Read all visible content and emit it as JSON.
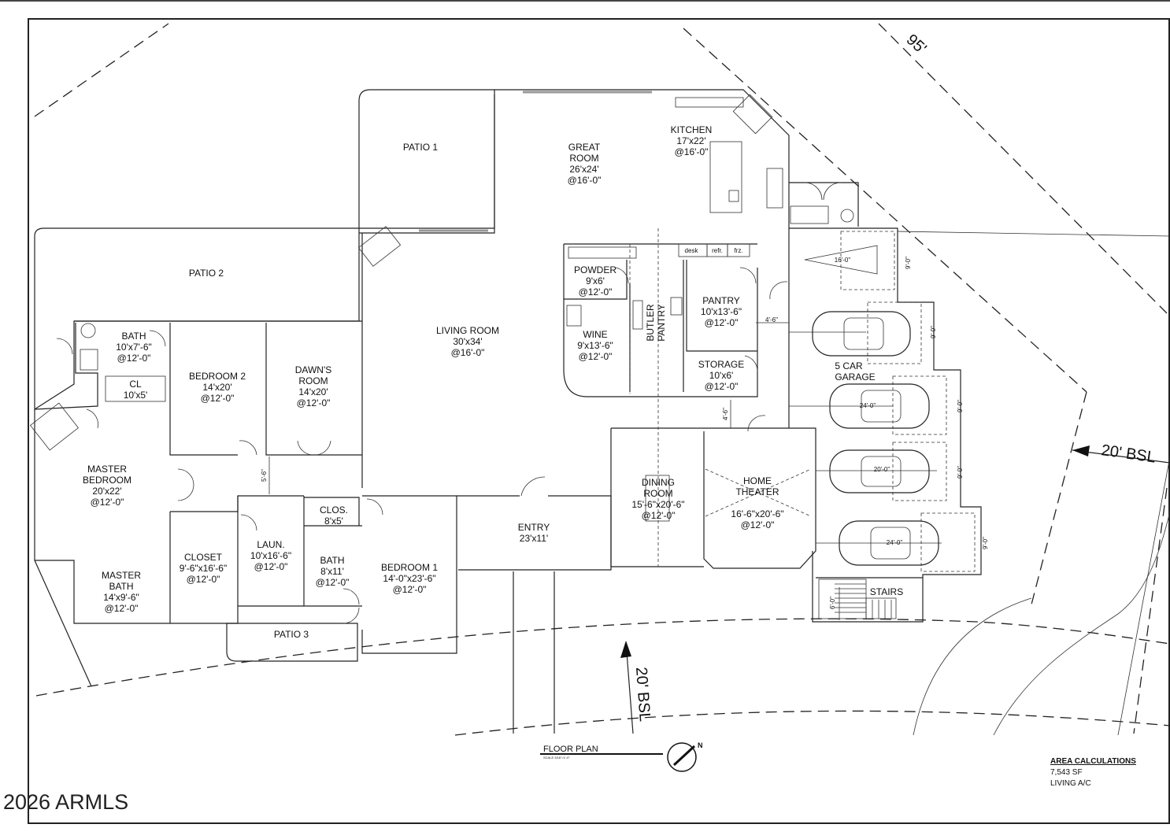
{
  "watermark": "2026 ARMLS",
  "rooms": {
    "patio1": {
      "name": "PATIO 1"
    },
    "patio2": {
      "name": "PATIO 2"
    },
    "patio3": {
      "name": "PATIO 3"
    },
    "great_room": {
      "l1": "GREAT",
      "l2": "ROOM",
      "size": "26'x24'",
      "ceiling": "@16'-0\""
    },
    "kitchen": {
      "name": "KITCHEN",
      "size": "17'x22'",
      "ceiling": "@16'-0\""
    },
    "living_room": {
      "name": "LIVING ROOM",
      "size": "30'x34'",
      "ceiling": "@16'-0\""
    },
    "powder": {
      "name": "POWDER",
      "size": "9'x6'",
      "ceiling": "@12'-0\""
    },
    "wine": {
      "name": "WINE",
      "size": "9'x13'-6\"",
      "ceiling": "@12'-0\""
    },
    "butler": {
      "l1": "BUTLER",
      "l2": "PANTRY"
    },
    "pantry": {
      "name": "PANTRY",
      "size": "10'x13'-6\"",
      "ceiling": "@12'-0\""
    },
    "storage": {
      "name": "STORAGE",
      "size": "10'x6'",
      "ceiling": "@12'-0\""
    },
    "garage": {
      "l1": "5 CAR",
      "l2": "GARAGE"
    },
    "bath_a": {
      "name": "BATH",
      "size": "10'x7'-6\"",
      "ceiling": "@12'-0\""
    },
    "cl": {
      "name": "CL",
      "size": "10'x5'"
    },
    "bedroom2": {
      "name": "BEDROOM 2",
      "size": "14'x20'",
      "ceiling": "@12'-0\""
    },
    "dawns": {
      "l1": "DAWN'S",
      "l2": "ROOM",
      "size": "14'x20'",
      "ceiling": "@12'-0\""
    },
    "master_bed": {
      "l1": "MASTER",
      "l2": "BEDROOM",
      "size": "20'x22'",
      "ceiling": "@12'-0\""
    },
    "master_bath": {
      "l1": "MASTER",
      "l2": "BATH",
      "size": "14'x9'-6\"",
      "ceiling": "@12'-0\""
    },
    "closet": {
      "name": "CLOSET",
      "size": "9'-6\"x16'-6\"",
      "ceiling": "@12'-0\""
    },
    "laun": {
      "name": "LAUN.",
      "size": "10'x16'-6\"",
      "ceiling": "@12'-0\""
    },
    "clos": {
      "name": "CLOS.",
      "size": "8'x5'"
    },
    "bath_b": {
      "name": "BATH",
      "size": "8'x11'",
      "ceiling": "@12'-0\""
    },
    "bedroom1": {
      "name": "BEDROOM 1",
      "size": "14'-0\"x23'-6\"",
      "ceiling": "@12'-0\""
    },
    "entry": {
      "name": "ENTRY",
      "size": "23'x11'"
    },
    "dining": {
      "l1": "DINING",
      "l2": "ROOM",
      "size": "15'-6\"x20'-6\"",
      "ceiling": "@12'-0\""
    },
    "theater": {
      "l1": "HOME",
      "l2": "THEATER",
      "size": "16'-6\"x20'-6\"",
      "ceiling": "@12'-0\""
    },
    "stairs": {
      "name": "STAIRS"
    }
  },
  "appliances": {
    "desk": "desk",
    "refr": "refr.",
    "frz": "frz."
  },
  "dimensions": {
    "d16": "16'-0\"",
    "d24a": "24'-0\"",
    "d20": "20'-0\"",
    "d24b": "24'-0\"",
    "d9a": "9'-0\"",
    "d9b": "9'-0\"",
    "d9c": "9'-0\"",
    "d9d": "9'-0\"",
    "d9e": "9'-0\"",
    "d46a": "4'-6\"",
    "d46b": "4'-6\"",
    "d56": "5'-6\"",
    "d60": "6'-0\""
  },
  "setbacks": {
    "front": "20' BSL",
    "side": "20' BSL",
    "lot": "95'"
  },
  "title": {
    "name": "FLOOR PLAN",
    "scale": "SCALE 3/16\"=1'-0\"",
    "north": "N"
  },
  "area": {
    "heading": "AREA CALCULATIONS",
    "value": "7,543 SF",
    "label": "LIVING A/C"
  }
}
